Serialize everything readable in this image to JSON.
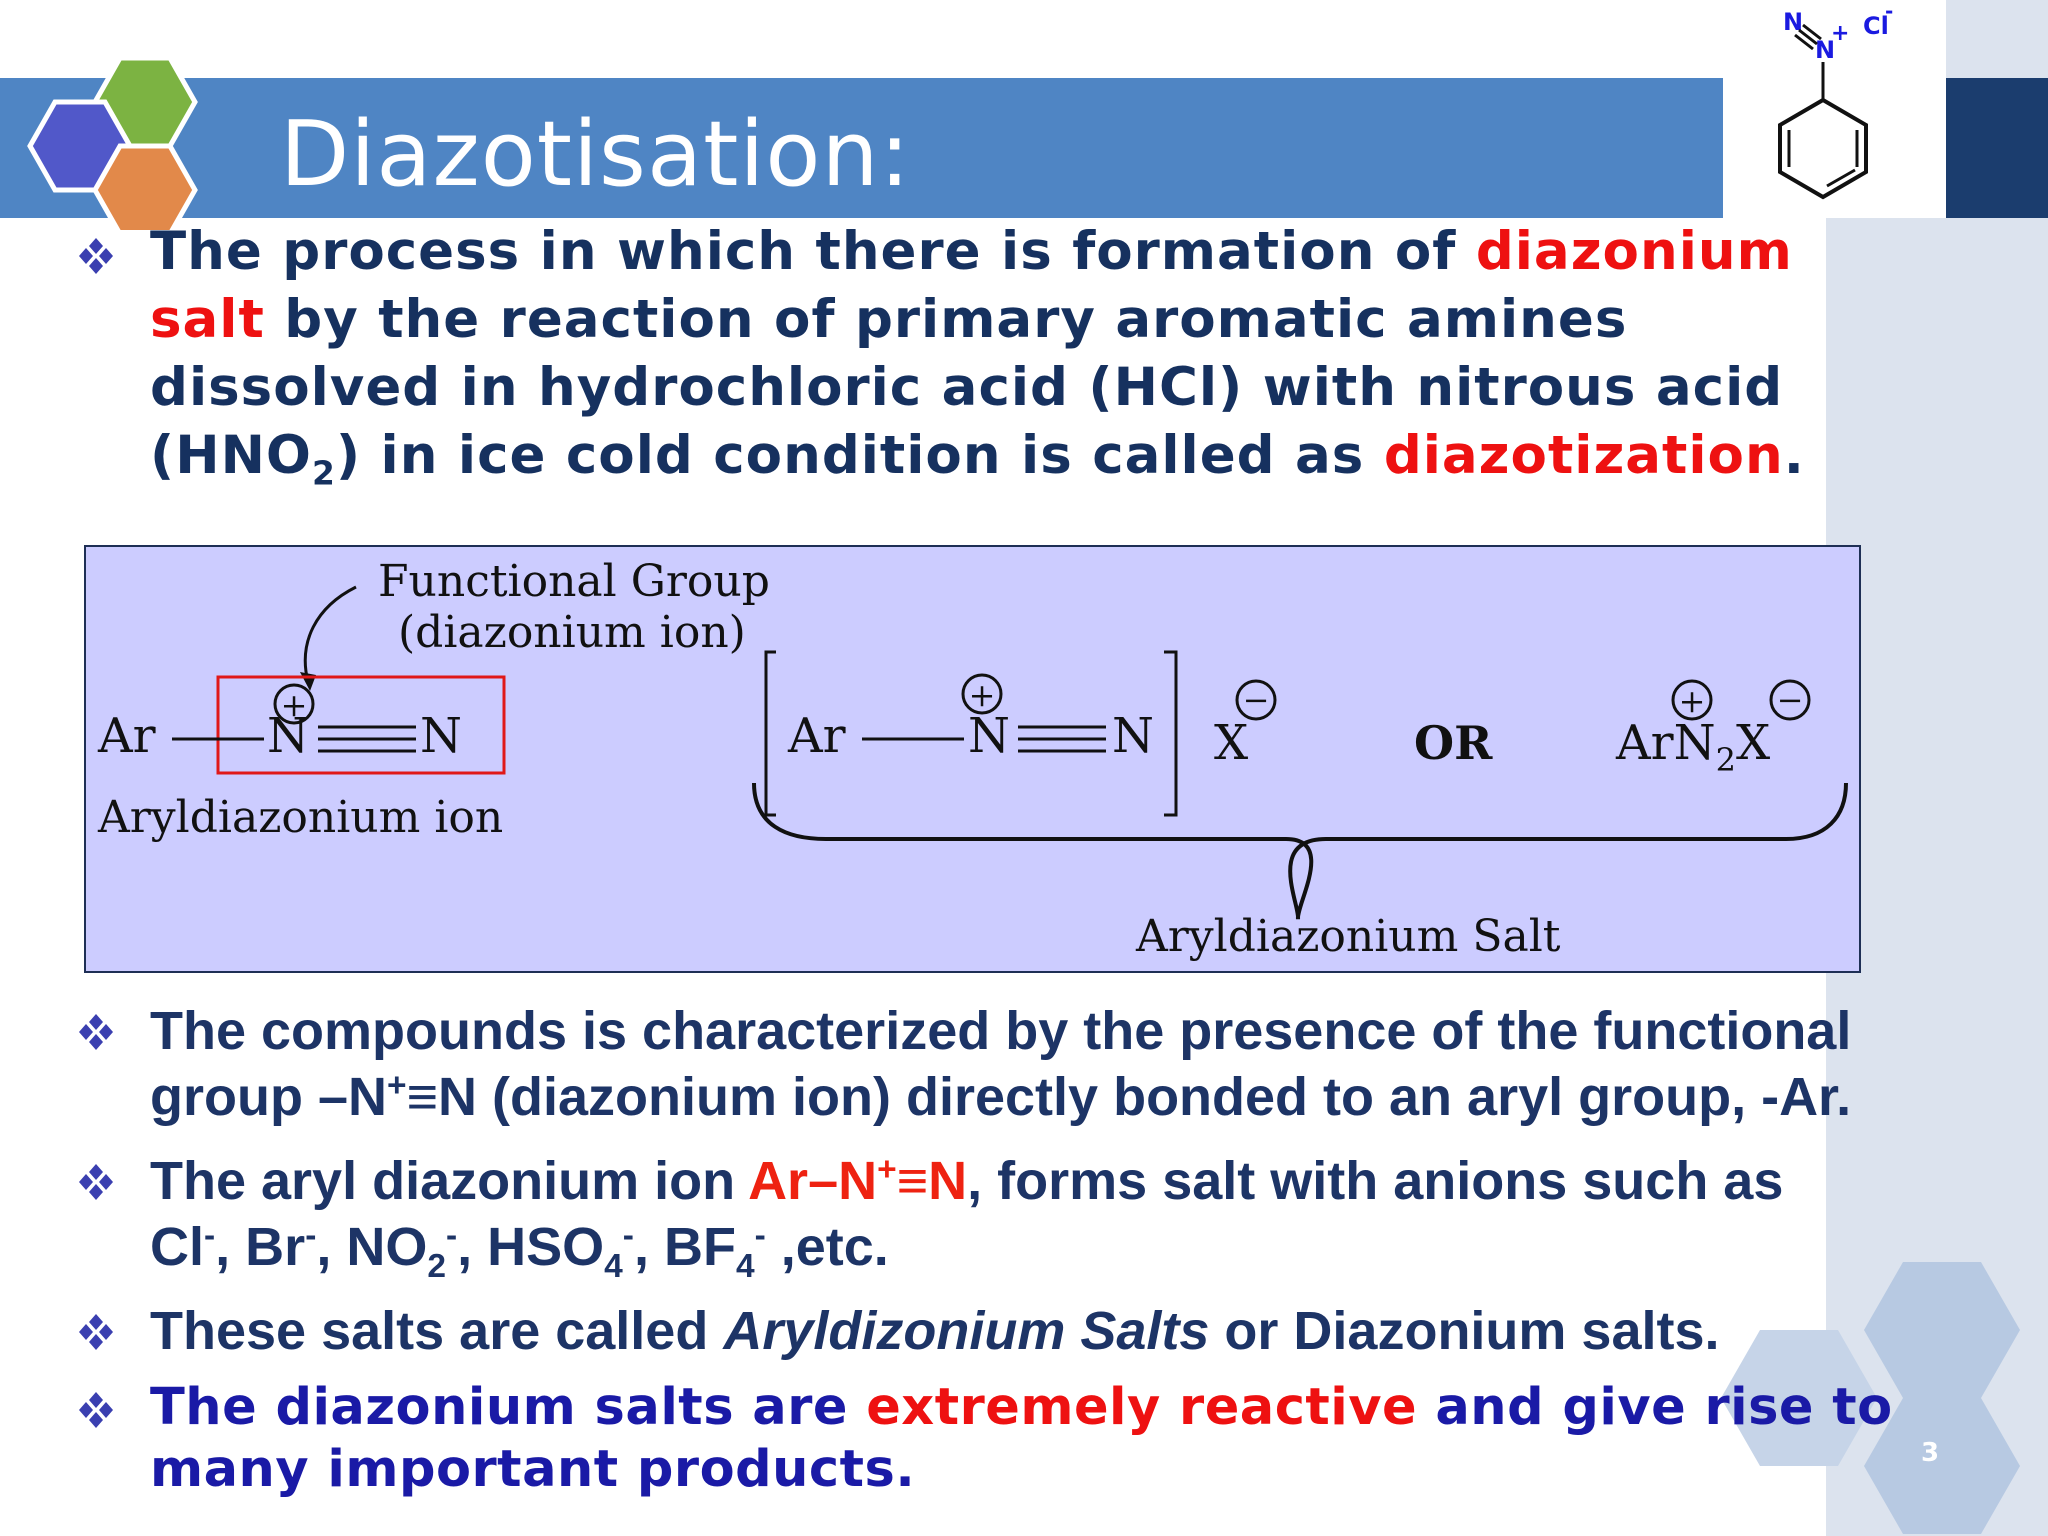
{
  "slide": {
    "title": "Diazotisation:",
    "page_number": "3"
  },
  "colors": {
    "title_bar": "#4f85c4",
    "navy_text": "#1d3466",
    "highlight_red": "#ee1111",
    "box_fill": "#ccccff",
    "blue_text": "#1a1aa6"
  },
  "top_structure": {
    "n1": "N",
    "n2": "N",
    "charge": "+",
    "counterion": "Cl",
    "counterion_charge": "-"
  },
  "bullet1": {
    "line1_a": "The process in which there is formation of ",
    "line1_hl": "diazonium",
    "line2_hl": "salt",
    "line2_b": " by the reaction of primary aromatic amines",
    "line3": "dissolved in hydrochloric acid (HCl) with nitrous acid",
    "line4_a": "(HNO",
    "line4_sub": "2",
    "line4_b": ") in ice cold condition is called as ",
    "line4_hl": "diazotization",
    "line4_c": "."
  },
  "diagram": {
    "functional_group_l1": "Functional Group",
    "functional_group_l2": "(diazonium ion)",
    "ar_left": "Ar",
    "n_left_1": "N",
    "n_left_2": "N",
    "plus": "+",
    "minus": "−",
    "aryldiazonium_ion": "Aryldiazonium ion",
    "ar_right": "Ar",
    "n_right_1": "N",
    "n_right_2": "N",
    "x": "X",
    "or": "OR",
    "arn2x_a": "ArN",
    "arn2x_sub": "2",
    "arn2x_b": "X",
    "aryldiazonium_salt": "Aryldiazonium Salt"
  },
  "bullet2": {
    "line1": "The compounds is characterized by the presence of the functional",
    "line2_a": "group –N",
    "line2_sup": "+",
    "line2_b": "≡N (diazonium ion) directly bonded to an aryl group, -Ar."
  },
  "bullet3": {
    "line1_a": " The aryl diazonium ion ",
    "line1_hl_a": "Ar–N",
    "line1_hl_sup": "+",
    "line1_hl_b": "≡N",
    "line1_b": ", forms salt with anions such as",
    "cl": "Cl",
    "minus": "-",
    "br": ", Br",
    "no": ", NO",
    "sub2": "2",
    "hso": ", HSO",
    "sub4": "4",
    "bf": ", BF",
    "etc": " ,etc."
  },
  "bullet4": {
    "a": "These salts are called ",
    "italic": "Aryldizonium Salts",
    "b": " or Diazonium salts."
  },
  "bullet5": {
    "line1_a": "The diazonium salts are ",
    "line1_hl": "extremely reactive",
    "line1_b": " and give rise to",
    "line2": "many important products."
  }
}
